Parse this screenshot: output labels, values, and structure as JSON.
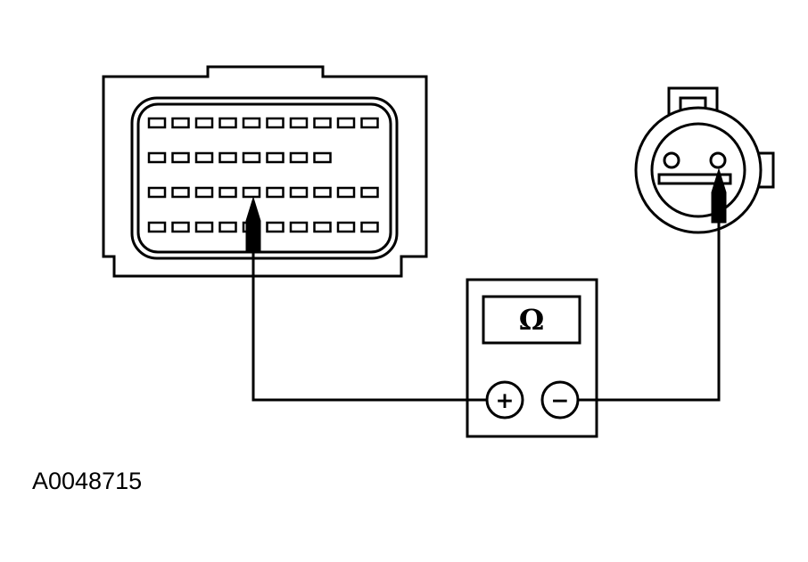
{
  "figure": {
    "id_label": "A0048715"
  },
  "meter": {
    "display_symbol": "Ω",
    "positive_terminal": "+",
    "negative_terminal": "−"
  },
  "connector_a": {
    "pin_rows": [
      10,
      8,
      10,
      10
    ],
    "probed_row": 4,
    "probed_pin": 5
  },
  "connector_b": {
    "round_pins": 2,
    "probed_pin": 2
  },
  "colors": {
    "line": "#000000",
    "background": "#ffffff"
  }
}
